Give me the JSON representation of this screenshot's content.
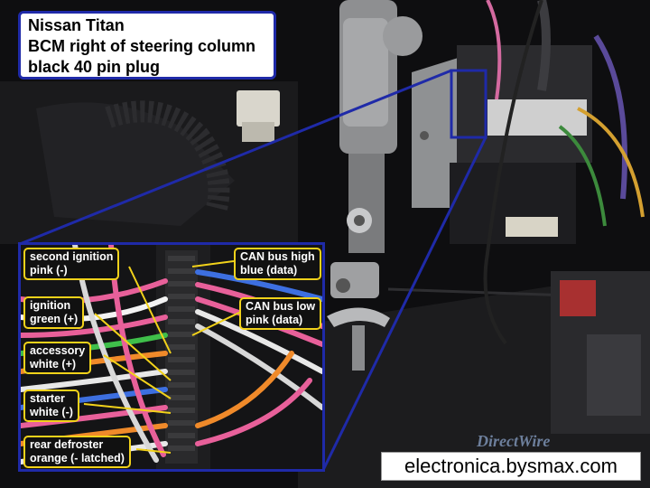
{
  "title_lines": [
    "Nissan Titan",
    "BCM right of steering column",
    "black 40 pin plug"
  ],
  "labels": {
    "second_ignition": [
      "second ignition",
      "pink (-)"
    ],
    "ignition": [
      "ignition",
      "green (+)"
    ],
    "accessory": [
      "accessory",
      "white (+)"
    ],
    "starter": [
      "starter",
      "white (-)"
    ],
    "rear_defroster": [
      "rear defroster",
      "orange (- latched)"
    ],
    "can_high": [
      "CAN bus high",
      "blue (data)"
    ],
    "can_low": [
      "CAN bus low",
      "pink (data)"
    ]
  },
  "watermark": "electronica.bysmax.com",
  "brand_mark": "DirectWire",
  "colors": {
    "callout_border": "#f2d21a",
    "frame_border": "#1f2aa8",
    "wire_pink": "#e8609a",
    "wire_green": "#3fbf4a",
    "wire_blue": "#3d6fe0",
    "wire_orange": "#f08a2a",
    "wire_white": "#e8e8e8"
  }
}
